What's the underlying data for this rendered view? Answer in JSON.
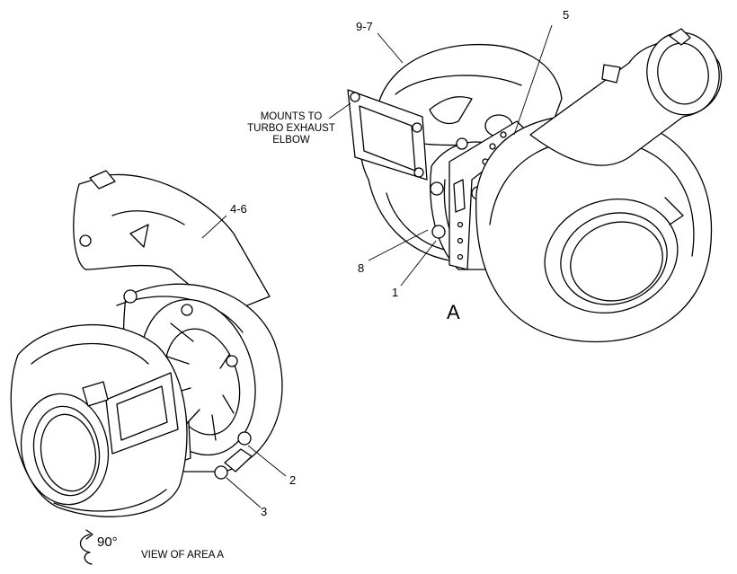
{
  "callouts": {
    "c9_7": "9-7",
    "c5": "5",
    "c4_6": "4-6",
    "c8": "8",
    "c1": "1",
    "c2": "2",
    "c3": "3"
  },
  "notes": {
    "mounts_to": "MOUNTS TO\nTURBO EXHAUST\nELBOW",
    "area_letter": "A",
    "rotation": "90°",
    "view_of_area": "VIEW OF AREA A"
  }
}
